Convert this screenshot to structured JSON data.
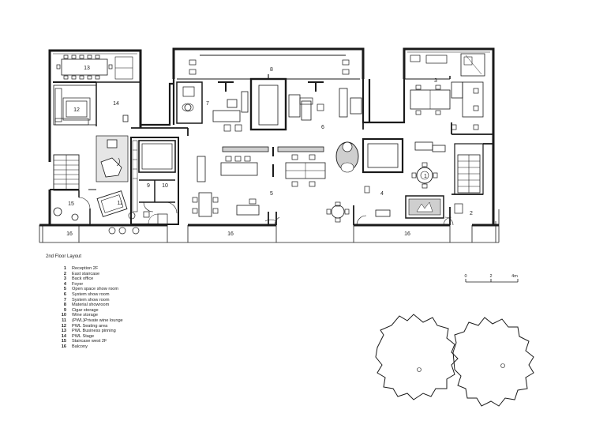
{
  "title": "2nd Floor Layout",
  "legend": [
    {
      "num": "1",
      "label": "Reception 2F"
    },
    {
      "num": "2",
      "label": "East staircase"
    },
    {
      "num": "3",
      "label": "Back office"
    },
    {
      "num": "4",
      "label": "Foyer"
    },
    {
      "num": "5",
      "label": "Open space show room"
    },
    {
      "num": "6",
      "label": "System show room"
    },
    {
      "num": "7",
      "label": "System show room"
    },
    {
      "num": "8",
      "label": "Material showroom"
    },
    {
      "num": "9",
      "label": "Cigar storage"
    },
    {
      "num": "10",
      "label": "Wine storage"
    },
    {
      "num": "11",
      "label": "(PWL)Private wine lounge"
    },
    {
      "num": "12",
      "label": "PWL Seating area"
    },
    {
      "num": "13",
      "label": "PWL Business pinning"
    },
    {
      "num": "14",
      "label": "PWL Stage"
    },
    {
      "num": "15",
      "label": "Staircase west 2F"
    },
    {
      "num": "16",
      "label": "Balcony"
    }
  ],
  "room_labels": {
    "r1": "1",
    "r2": "2",
    "r3": "3",
    "r4": "4",
    "r5": "5",
    "r6": "6",
    "r7": "7",
    "r8": "8",
    "r9": "9",
    "r10": "10",
    "r11": "11",
    "r12": "12",
    "r13": "13",
    "r14": "14",
    "r15": "15",
    "r16a": "16",
    "r16b": "16",
    "r16c": "16"
  },
  "scale": {
    "t0": "0",
    "t1": "2",
    "t2": "4m"
  },
  "colors": {
    "line": "#1a1a1a",
    "fill_light": "#e6e6e6",
    "fill_mid": "#cfcfcf"
  }
}
